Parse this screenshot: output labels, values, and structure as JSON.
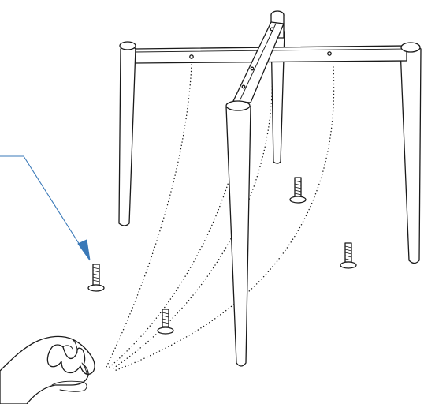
{
  "figure": {
    "type": "assembly-instruction",
    "parts": [
      "table-frame",
      "legs",
      "screws",
      "hand"
    ],
    "screw_count": 4,
    "leg_count": 4,
    "arrow_color": "#3a79b8",
    "line_color": "#1a1a1a"
  }
}
